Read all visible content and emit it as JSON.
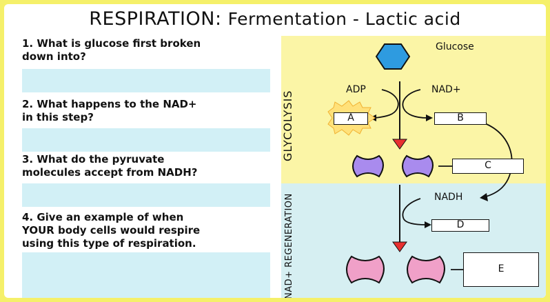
{
  "title": {
    "main": "RESPIRATION:",
    "sub": "Fermentation - Lactic acid"
  },
  "questions": [
    "1. What is glucose first broken\n    down into?",
    "2. What happens to the NAD+\n    in this step?",
    "3. What do the pyruvate\n    molecules accept from NADH?",
    "4. Give an example of when\n    YOUR body cells would respire\n    using this type of respiration."
  ],
  "diagram": {
    "section_glycolysis": "GLYCOLYSIS",
    "section_regeneration": "NAD+ REGENERATION",
    "glucose": "Glucose",
    "adp": "ADP",
    "nad_plus": "NAD+",
    "nadh": "NADH",
    "box_a": "A",
    "box_b": "B",
    "box_c": "C",
    "box_d": "D",
    "box_e": "E"
  },
  "colors": {
    "background": "#f5f06a",
    "answer_fill": "#d2f0f6",
    "glycolysis_panel": "#fbf5a6",
    "regeneration_panel": "#d6eff2",
    "glucose_hexagon": "#2e9be0",
    "pyruvate_shape": "#a98bee",
    "lactate_shape": "#f0a0c8",
    "arrowhead": "#e83030"
  }
}
